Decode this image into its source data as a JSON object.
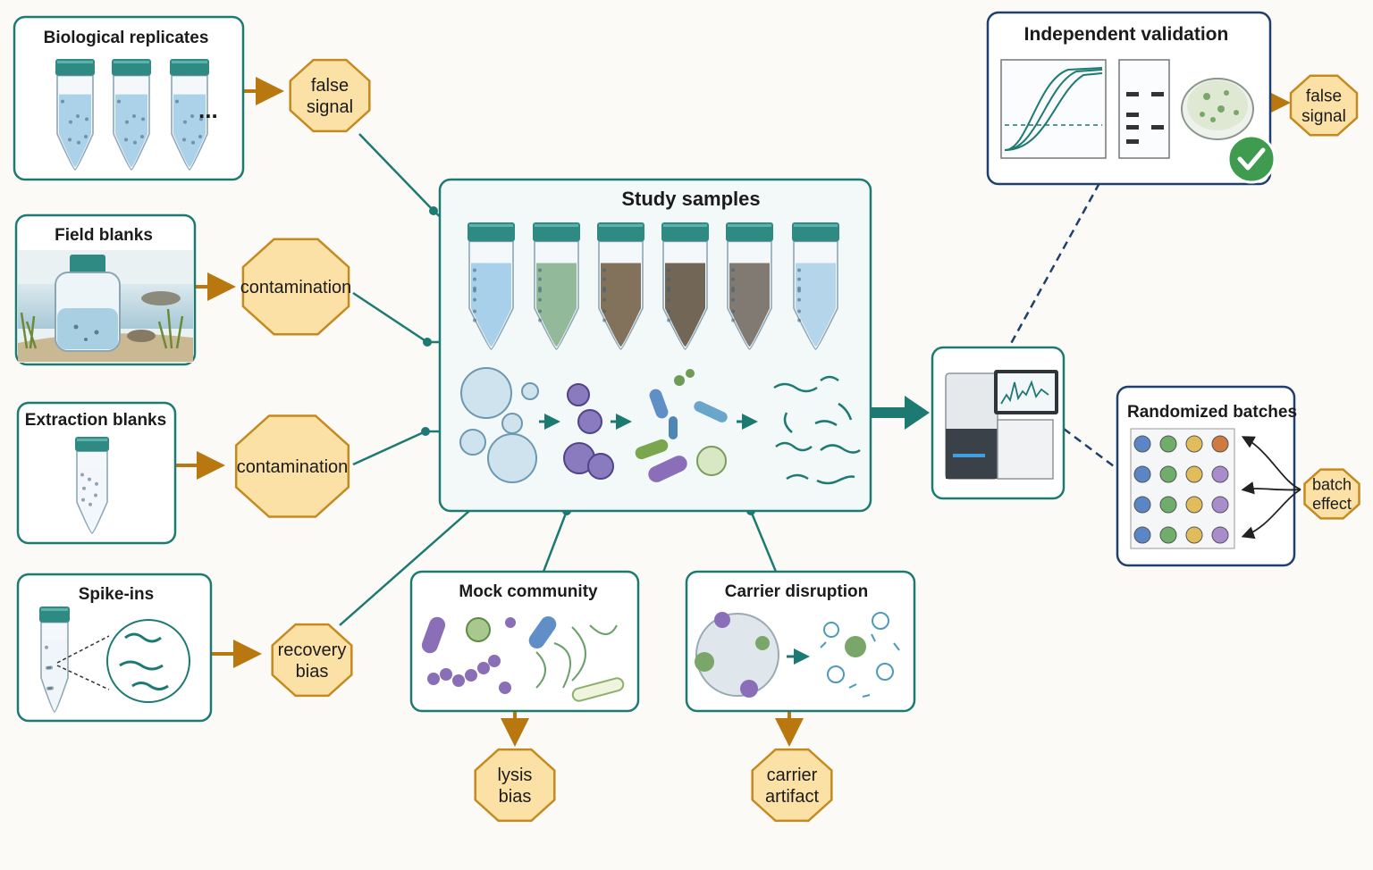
{
  "controls": {
    "biological_replicates": {
      "title": "Biological replicates",
      "ellipsis": "...",
      "issue": [
        "false",
        "signal"
      ]
    },
    "field_blanks": {
      "title": "Field blanks",
      "issue": [
        "contamination"
      ]
    },
    "extraction_blanks": {
      "title": "Extraction blanks",
      "issue": [
        "contamination"
      ]
    },
    "spike_ins": {
      "title": "Spike-ins",
      "issue": [
        "recovery",
        "bias"
      ]
    },
    "mock_community": {
      "title": "Mock community",
      "issue": [
        "lysis",
        "bias"
      ]
    },
    "carrier_disruption": {
      "title": "Carrier disruption",
      "issue": [
        "carrier",
        "artifact"
      ]
    },
    "independent_validation": {
      "title": "Independent validation",
      "issue": [
        "false",
        "signal"
      ]
    },
    "randomized_batches": {
      "title": "Randomized batches",
      "issue": [
        "batch",
        "effect"
      ]
    }
  },
  "study_samples": {
    "title": "Study samples"
  },
  "colors": {
    "teal": "#1d7a72",
    "orange_arrow": "#b8780f",
    "hex_fill": "#fbe1a6",
    "hex_stroke": "#c58a1f",
    "navy": "#1f3f6e",
    "panel_fill": "#f3f8f8"
  },
  "icons": [
    "tube-icon",
    "bottle-icon",
    "microbe-icon",
    "dna-fragment-icon",
    "sequencer-icon",
    "amplification-curve-icon",
    "gel-icon",
    "petri-dish-icon",
    "check-icon",
    "well-plate-icon"
  ]
}
